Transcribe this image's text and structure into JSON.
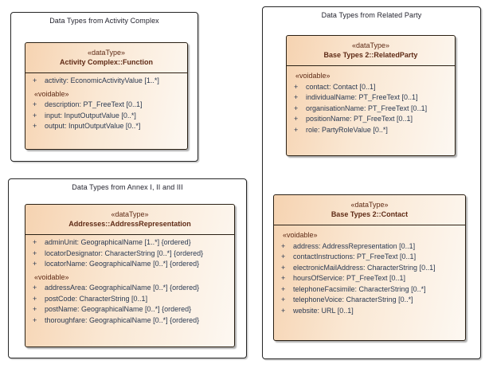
{
  "colors": {
    "class_fill_start": "#f6d3b1",
    "class_fill_end": "#fdf8f2",
    "class_title_text": "#5f2b16",
    "attribute_text": "#2b3a52",
    "frame_title_text": "#23232e",
    "border": "#262626"
  },
  "diagram": {
    "frames": [
      {
        "id": "activity-complex",
        "title": "Data Types from Activity Complex",
        "classes": [
          {
            "id": "function",
            "stereotype": "«dataType»",
            "name": "Activity Complex::Function",
            "sections": [
              {
                "label": "",
                "attributes": [
                  {
                    "visibility": "+",
                    "text": "activity: EconomicActivityValue [1..*]"
                  }
                ]
              },
              {
                "label": "«voidable»",
                "attributes": [
                  {
                    "visibility": "+",
                    "text": "description: PT_FreeText [0..1]"
                  },
                  {
                    "visibility": "+",
                    "text": "input: InputOutputValue [0..*]"
                  },
                  {
                    "visibility": "+",
                    "text": "output: InputOutputValue [0..*]"
                  }
                ]
              }
            ]
          }
        ]
      },
      {
        "id": "annex-i-ii-iii",
        "title": "Data Types from Annex I, II and III",
        "classes": [
          {
            "id": "address-representation",
            "stereotype": "«dataType»",
            "name": "Addresses::AddressRepresentation",
            "sections": [
              {
                "label": "",
                "attributes": [
                  {
                    "visibility": "+",
                    "text": "adminUnit: GeographicalName [1..*] {ordered}"
                  },
                  {
                    "visibility": "+",
                    "text": "locatorDesignator: CharacterString [0..*] {ordered}"
                  },
                  {
                    "visibility": "+",
                    "text": "locatorName: GeographicalName [0..*] {ordered}"
                  }
                ]
              },
              {
                "label": "«voidable»",
                "attributes": [
                  {
                    "visibility": "+",
                    "text": "addressArea: GeographicalName [0..*] {ordered}"
                  },
                  {
                    "visibility": "+",
                    "text": "postCode: CharacterString [0..1]"
                  },
                  {
                    "visibility": "+",
                    "text": "postName: GeographicalName [0..*] {ordered}"
                  },
                  {
                    "visibility": "+",
                    "text": "thoroughfare: GeographicalName [0..*] {ordered}"
                  }
                ]
              }
            ]
          }
        ]
      },
      {
        "id": "related-party",
        "title": "Data Types from Related Party",
        "classes": [
          {
            "id": "related-party-dt",
            "stereotype": "«dataType»",
            "name": "Base Types 2::RelatedParty",
            "sections": [
              {
                "label": "«voidable»",
                "attributes": [
                  {
                    "visibility": "+",
                    "text": "contact: Contact [0..1]"
                  },
                  {
                    "visibility": "+",
                    "text": "individualName: PT_FreeText [0..1]"
                  },
                  {
                    "visibility": "+",
                    "text": "organisationName: PT_FreeText [0..1]"
                  },
                  {
                    "visibility": "+",
                    "text": "positionName: PT_FreeText [0..1]"
                  },
                  {
                    "visibility": "+",
                    "text": "role: PartyRoleValue [0..*]"
                  }
                ]
              }
            ]
          },
          {
            "id": "contact",
            "stereotype": "«dataType»",
            "name": "Base Types 2::Contact",
            "sections": [
              {
                "label": "«voidable»",
                "attributes": [
                  {
                    "visibility": "+",
                    "text": "address: AddressRepresentation [0..1]"
                  },
                  {
                    "visibility": "+",
                    "text": "contactInstructions: PT_FreeText [0..1]"
                  },
                  {
                    "visibility": "+",
                    "text": "electronicMailAddress: CharacterString [0..1]"
                  },
                  {
                    "visibility": "+",
                    "text": "hoursOfService: PT_FreeText [0..1]"
                  },
                  {
                    "visibility": "+",
                    "text": "telephoneFacsimile: CharacterString [0..*]"
                  },
                  {
                    "visibility": "+",
                    "text": "telephoneVoice: CharacterString [0..*]"
                  },
                  {
                    "visibility": "+",
                    "text": "website: URL [0..1]"
                  }
                ]
              }
            ]
          }
        ]
      }
    ]
  }
}
